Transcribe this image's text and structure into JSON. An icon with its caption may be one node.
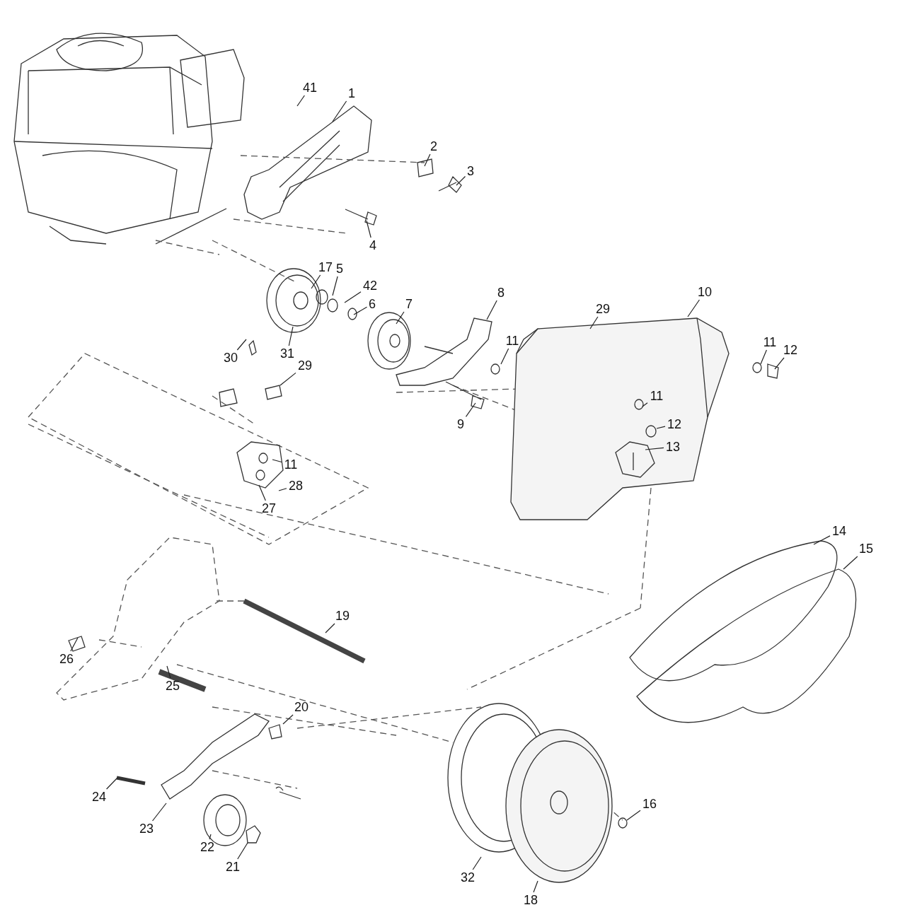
{
  "diagram": {
    "nodes": [
      {
        "text": [
          "41"
        ]
      },
      {
        "text": [
          "1"
        ]
      },
      {
        "text": [
          "2"
        ]
      },
      {
        "text": [
          "3"
        ]
      },
      {
        "text": [
          "4"
        ]
      },
      {
        "text": [
          "17"
        ]
      },
      {
        "text": [
          "5"
        ]
      },
      {
        "text": [
          "42"
        ]
      },
      {
        "text": [
          "6"
        ]
      },
      {
        "text": [
          "7"
        ]
      },
      {
        "text": [
          "8"
        ]
      },
      {
        "text": [
          "10"
        ]
      },
      {
        "text": [
          "29"
        ]
      },
      {
        "text": [
          "11"
        ]
      },
      {
        "text": [
          "11"
        ]
      },
      {
        "text": [
          "12"
        ]
      },
      {
        "text": [
          "30"
        ]
      },
      {
        "text": [
          "31"
        ]
      },
      {
        "text": [
          "29"
        ]
      },
      {
        "text": [
          "9"
        ]
      },
      {
        "text": [
          "11"
        ]
      },
      {
        "text": [
          "12"
        ]
      },
      {
        "text": [
          "13"
        ]
      },
      {
        "text": [
          "11"
        ]
      },
      {
        "text": [
          "28"
        ]
      },
      {
        "text": [
          "27"
        ]
      },
      {
        "text": [
          "14"
        ]
      },
      {
        "text": [
          "15"
        ]
      },
      {
        "text": [
          "19"
        ]
      },
      {
        "text": [
          "26"
        ]
      },
      {
        "text": [
          "25"
        ]
      },
      {
        "text": [
          "20"
        ]
      },
      {
        "text": [
          "24"
        ]
      },
      {
        "text": [
          "23"
        ]
      },
      {
        "text": [
          "16"
        ]
      },
      {
        "text": [
          "22"
        ]
      },
      {
        "text": [
          "21"
        ]
      },
      {
        "text": [
          "32"
        ]
      },
      {
        "text": [
          "18"
        ]
      }
    ],
    "edges": [
      {
        "from": 0,
        "to": null,
        "arrow": "none"
      },
      {
        "from": 1,
        "to": null,
        "arrow": "none"
      },
      {
        "from": 2,
        "to": null,
        "arrow": "none"
      },
      {
        "from": 3,
        "to": null,
        "arrow": "none"
      },
      {
        "from": 4,
        "to": null,
        "arrow": "none"
      },
      {
        "from": 5,
        "to": null,
        "arrow": "none"
      },
      {
        "from": 6,
        "to": null,
        "arrow": "none"
      },
      {
        "from": 7,
        "to": null,
        "arrow": "none"
      },
      {
        "from": 8,
        "to": null,
        "arrow": "none"
      },
      {
        "from": 9,
        "to": null,
        "arrow": "none"
      },
      {
        "from": 10,
        "to": null,
        "arrow": "none"
      },
      {
        "from": 11,
        "to": null,
        "arrow": "none"
      },
      {
        "from": 12,
        "to": null,
        "arrow": "none"
      },
      {
        "from": 13,
        "to": null,
        "arrow": "none"
      },
      {
        "from": 14,
        "to": null,
        "arrow": "none"
      },
      {
        "from": 15,
        "to": null,
        "arrow": "none"
      },
      {
        "from": 16,
        "to": null,
        "arrow": "none"
      },
      {
        "from": 17,
        "to": null,
        "arrow": "none"
      },
      {
        "from": 18,
        "to": null,
        "arrow": "none"
      },
      {
        "from": 19,
        "to": null,
        "arrow": "none"
      },
      {
        "from": 20,
        "to": null,
        "arrow": "none"
      },
      {
        "from": 21,
        "to": null,
        "arrow": "none"
      },
      {
        "from": 22,
        "to": null,
        "arrow": "none"
      },
      {
        "from": 23,
        "to": null,
        "arrow": "none"
      },
      {
        "from": 24,
        "to": null,
        "arrow": "none"
      },
      {
        "from": 25,
        "to": null,
        "arrow": "none"
      },
      {
        "from": 26,
        "to": null,
        "arrow": "none"
      },
      {
        "from": 27,
        "to": null,
        "arrow": "none"
      },
      {
        "from": 28,
        "to": null,
        "arrow": "none"
      },
      {
        "from": 29,
        "to": null,
        "arrow": "none"
      },
      {
        "from": 30,
        "to": null,
        "arrow": "none"
      },
      {
        "from": 31,
        "to": null,
        "arrow": "none"
      },
      {
        "from": 32,
        "to": null,
        "arrow": "none"
      },
      {
        "from": 33,
        "to": null,
        "arrow": "none"
      },
      {
        "from": 34,
        "to": null,
        "arrow": "none"
      },
      {
        "from": 35,
        "to": null,
        "arrow": "none"
      },
      {
        "from": 36,
        "to": null,
        "arrow": "none"
      },
      {
        "from": 37,
        "to": null,
        "arrow": "none"
      },
      {
        "from": 38,
        "to": null,
        "arrow": "none"
      }
    ]
  }
}
